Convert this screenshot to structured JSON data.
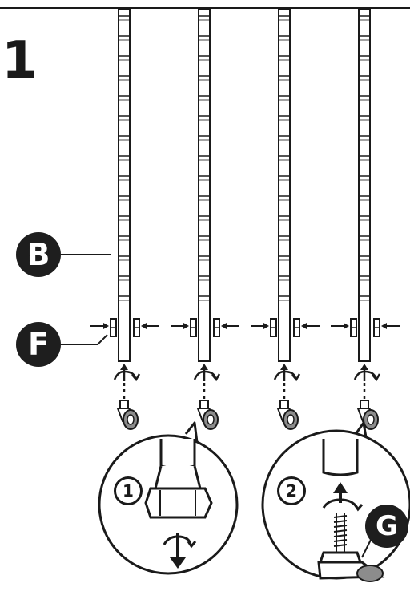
{
  "step": {
    "number": "1"
  },
  "labels": {
    "post": "B",
    "clip": "F",
    "caster": "G"
  },
  "substeps": {
    "first": "1",
    "second": "2"
  },
  "colors": {
    "ink": "#1a1a1a",
    "wheel": "#8c8c8c",
    "paper": "#ffffff"
  },
  "icons": {
    "rotate": "rotate-arrow-icon",
    "push": "push-arrow-icon",
    "pull_down": "down-arrow-icon"
  }
}
